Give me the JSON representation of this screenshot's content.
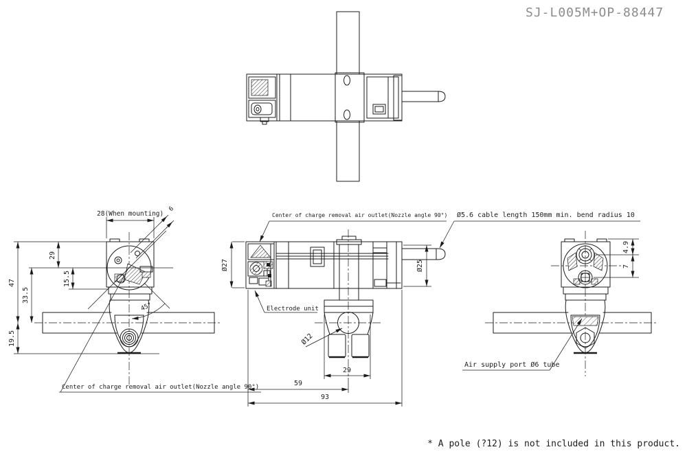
{
  "title": "SJ-L005M+OP-88447",
  "footnote": "* A pole (?12) is not included in this product.",
  "colors": {
    "line": "#1b1b1b",
    "title_gray": "#8c8c8c",
    "background": "#ffffff"
  },
  "front_view": {
    "note_outlet": "Center of charge removal air outlet(Nozzle angle 90°)",
    "dim_mounting_width": "28(When mounting)",
    "dim_top_to_center": "29",
    "dim_center_to_flange": "15.5",
    "dim_total_height": "47",
    "dim_center_to_pole": "33.5",
    "dim_pole_to_bottom": "19.5",
    "dim_nozzle_offset": "6",
    "dim_nozzle_angle": "45°"
  },
  "side_view": {
    "note_outlet": "Center of charge removal air outlet(Nozzle angle 90°)",
    "note_cable": "Ø5.6  cable length 150mm  min. bend radius 10",
    "label_electrode": "Electrode unit",
    "dim_head_dia": "Ø27",
    "dim_body_dia": "Ø25",
    "dim_pole_dia": "Ø12",
    "dim_clamp_width": "29",
    "dim_head_to_pole": "59",
    "dim_total_length": "93"
  },
  "right_view": {
    "dim_connector_offset": "4.9",
    "dim_port_pitch": "7",
    "label_air": "Air supply port Ø6 tube"
  }
}
